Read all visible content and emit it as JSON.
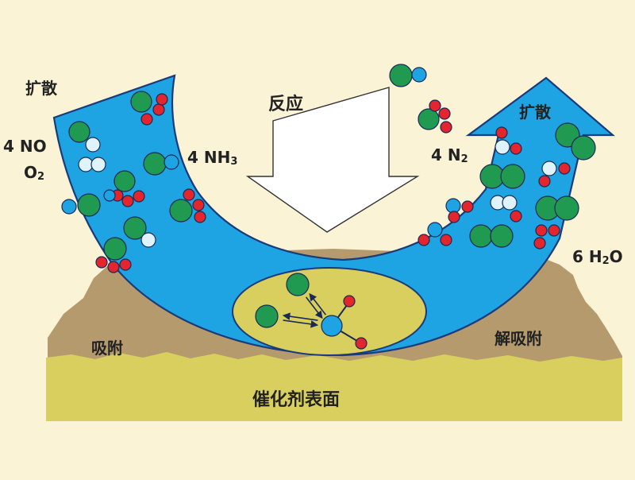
{
  "labels": {
    "diffusion_left": "扩散",
    "reactant_no_coef": "4 NO",
    "reactant_o2_main": "O",
    "reactant_o2_sub": "2",
    "reactant_nh3_main": "4 NH",
    "reactant_nh3_sub": "3",
    "reaction": "反应",
    "product_n2_main": "4 N",
    "product_n2_sub": "2",
    "diffusion_right": "扩散",
    "product_h2o_pre": "6 H",
    "product_h2o_sub": "2",
    "product_h2o_post": "O",
    "adsorption": "吸附",
    "desorption": "解吸附",
    "catalyst_surface": "催化剂表面"
  },
  "colors": {
    "background": "#fbf3d6",
    "flow_arrow": "#1fa4e3",
    "flow_outline": "#1a3a7a",
    "surface_top": "#b59a6e",
    "surface_base": "#d9cf5f",
    "reaction_zone": "#d9cf5f",
    "atom_nitrogen": "#1fa4e3",
    "atom_oxygen": "#e3252e",
    "atom_green": "#1f9a50"
  }
}
